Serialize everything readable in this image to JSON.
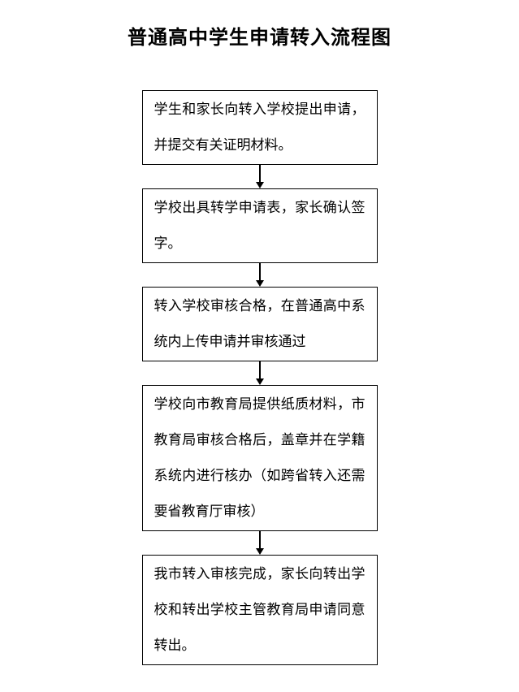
{
  "title": "普通高中学生申请转入流程图",
  "flowchart": {
    "steps": [
      {
        "text": "学生和家长向转入学校提出申请，并提交有关证明材料。"
      },
      {
        "text": "学校出具转学申请表，家长确认签字。"
      },
      {
        "text": "转入学校审核合格，在普通高中系统内上传申请并审核通过"
      },
      {
        "text": "学校向市教育局提供纸质材料，市教育局审核合格后，盖章并在学籍系统内进行核办（如跨省转入还需要省教育厅审核）"
      },
      {
        "text": "我市转入审核完成，家长向转出学校和转出学校主管教育局申请同意转出。"
      }
    ]
  }
}
